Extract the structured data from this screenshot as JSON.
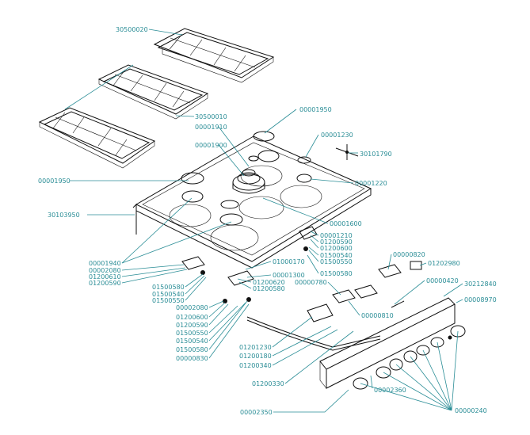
{
  "labels": [
    "30500020",
    "30500010",
    "00001950",
    "00001910",
    "00001900",
    "00001230",
    "30101790",
    "00001950",
    "00001220",
    "30103950",
    "00001600",
    "00001210",
    "01200590",
    "01200600",
    "01500540",
    "01500550",
    "01500580",
    "00000820",
    "01202980",
    "00001940",
    "00002080",
    "01200610",
    "01200590",
    "01000170",
    "00001300",
    "01200620",
    "01200580",
    "01500580",
    "01500540",
    "01500550",
    "00000780",
    "00000420",
    "30212840",
    "00008970",
    "00002080",
    "01200600",
    "01200590",
    "01500550",
    "01500540",
    "01500580",
    "00000810",
    "00000830",
    "01201230",
    "01200180",
    "01200340",
    "01200330",
    "00002360",
    "00002350",
    "00000240"
  ]
}
